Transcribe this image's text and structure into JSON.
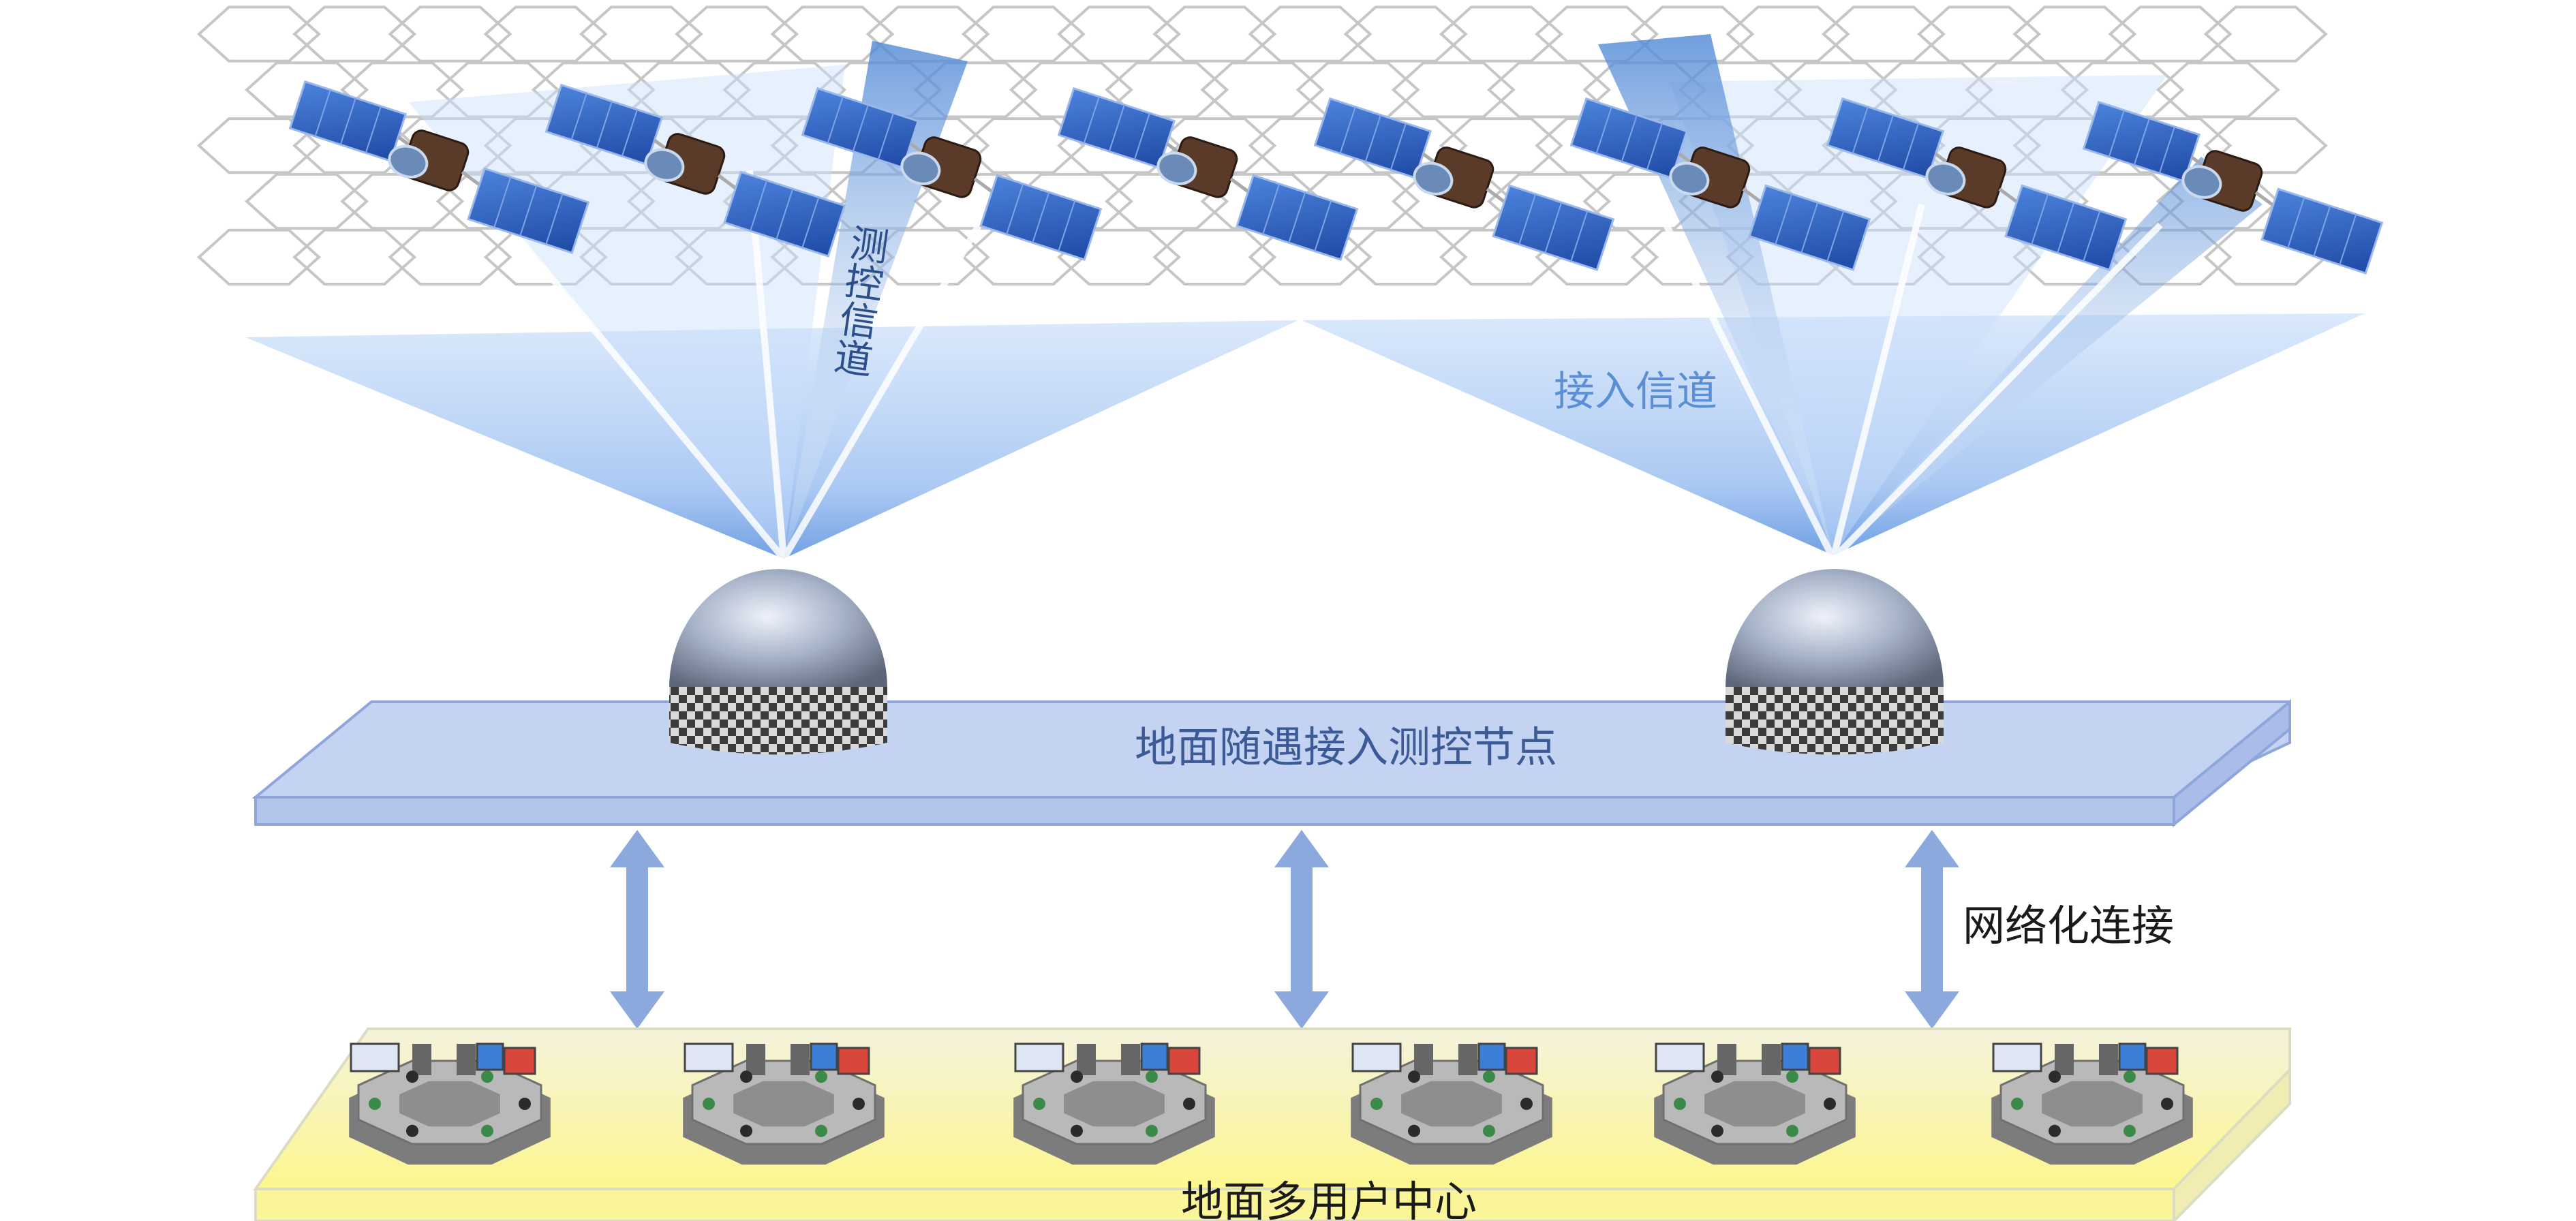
{
  "labels": {
    "tt_channel": "测控信道",
    "access_channel": "接入信道",
    "ground_node": "地面随遇接入测控节点",
    "network_link": "网络化连接",
    "user_center": "地面多用户中心"
  },
  "colors": {
    "beam": "#9ec4f5",
    "platform_top": "#c3d3f1",
    "platform_side": "#b2c6ec",
    "platform_edge": "#8ea6dc",
    "arrow": "#8ba9dd",
    "yellow_top": "#fdf8a6",
    "yellow_front": "#fbf59a",
    "panel": "#2f62c6",
    "body": "#5a3a28"
  },
  "satellite_count": 8,
  "radome_count": 2,
  "arrow_count": 3,
  "user_center_count": 6
}
